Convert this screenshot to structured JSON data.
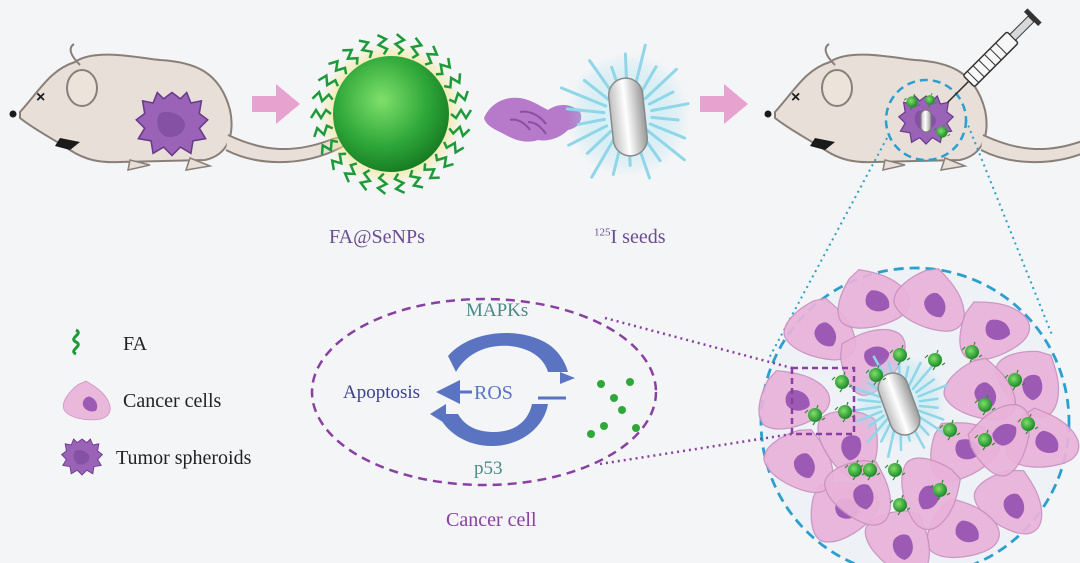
{
  "labels": {
    "fa_senps": "FA@SeNPs",
    "seeds_sup": "125",
    "seeds": "I seeds",
    "mapks": "MAPKs",
    "ros": "ROS",
    "apoptosis": "Apoptosis",
    "p53": "p53",
    "cancer_cell": "Cancer cell"
  },
  "legend": [
    {
      "icon": "fa-squiggle-icon",
      "label": "FA"
    },
    {
      "icon": "cancer-cell-icon",
      "label": "Cancer cells"
    },
    {
      "icon": "tumor-spheroid-icon",
      "label": "Tumor spheroids"
    }
  ],
  "colors": {
    "background": "#f4f5f7",
    "mouse_body": "#e8e0d8",
    "mouse_outline": "#8a7f78",
    "tumor": "#9a63b8",
    "arrow": "#e8a2cf",
    "nanoparticle": "#2fa83a",
    "fa_squiggle": "#1d9a3a",
    "cancer_cell": "#e9b3d9",
    "cancer_nucleus": "#9c5ab4",
    "dashed_blue": "#2a9fd0",
    "dashed_purple": "#8a3fa2",
    "cycle_arrow": "#5b74c2",
    "seed_glow": "#8fd6e8"
  }
}
